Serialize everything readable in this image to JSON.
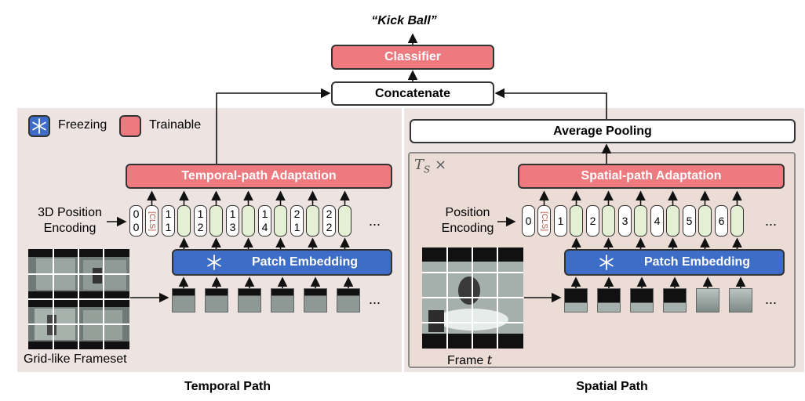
{
  "output_label": "“Kick Ball”",
  "classifier": "Classifier",
  "concatenate": "Concatenate",
  "legend": {
    "freezing": "Freezing",
    "trainable": "Trainable"
  },
  "temporal": {
    "adaptation": "Temporal-path Adaptation",
    "position_label_1": "3D Position",
    "position_label_2": "Encoding",
    "patch_embedding": "Patch Embedding",
    "tokens": [
      [
        "0",
        "0"
      ],
      [
        "1",
        "1"
      ],
      [
        "1",
        "2"
      ],
      [
        "1",
        "3"
      ],
      [
        "1",
        "4"
      ],
      [
        "2",
        "1"
      ],
      [
        "2",
        "2"
      ]
    ],
    "cls": "[CLS]",
    "ellipsis": "...",
    "frameset_label": "Grid-like Frameset",
    "title": "Temporal Path"
  },
  "spatial": {
    "pooling": "Average Pooling",
    "repeat": "T",
    "repeat_sub": "S",
    "repeat_times": "×",
    "adaptation": "Spatial-path Adaptation",
    "position_label_1": "Position",
    "position_label_2": "Encoding",
    "patch_embedding": "Patch Embedding",
    "tokens": [
      "0",
      "1",
      "2",
      "3",
      "4",
      "5",
      "6"
    ],
    "cls": "[CLS]",
    "ellipsis": "...",
    "frame_label": "Frame",
    "frame_var": "t",
    "title": "Spatial Path"
  },
  "icons": [
    "snowflake-icon"
  ],
  "colors": {
    "trainable": "#ec7a7e",
    "frozen": "#3d6dc6",
    "token_green": "#e3f0d4",
    "panel": "#ede4e1"
  }
}
